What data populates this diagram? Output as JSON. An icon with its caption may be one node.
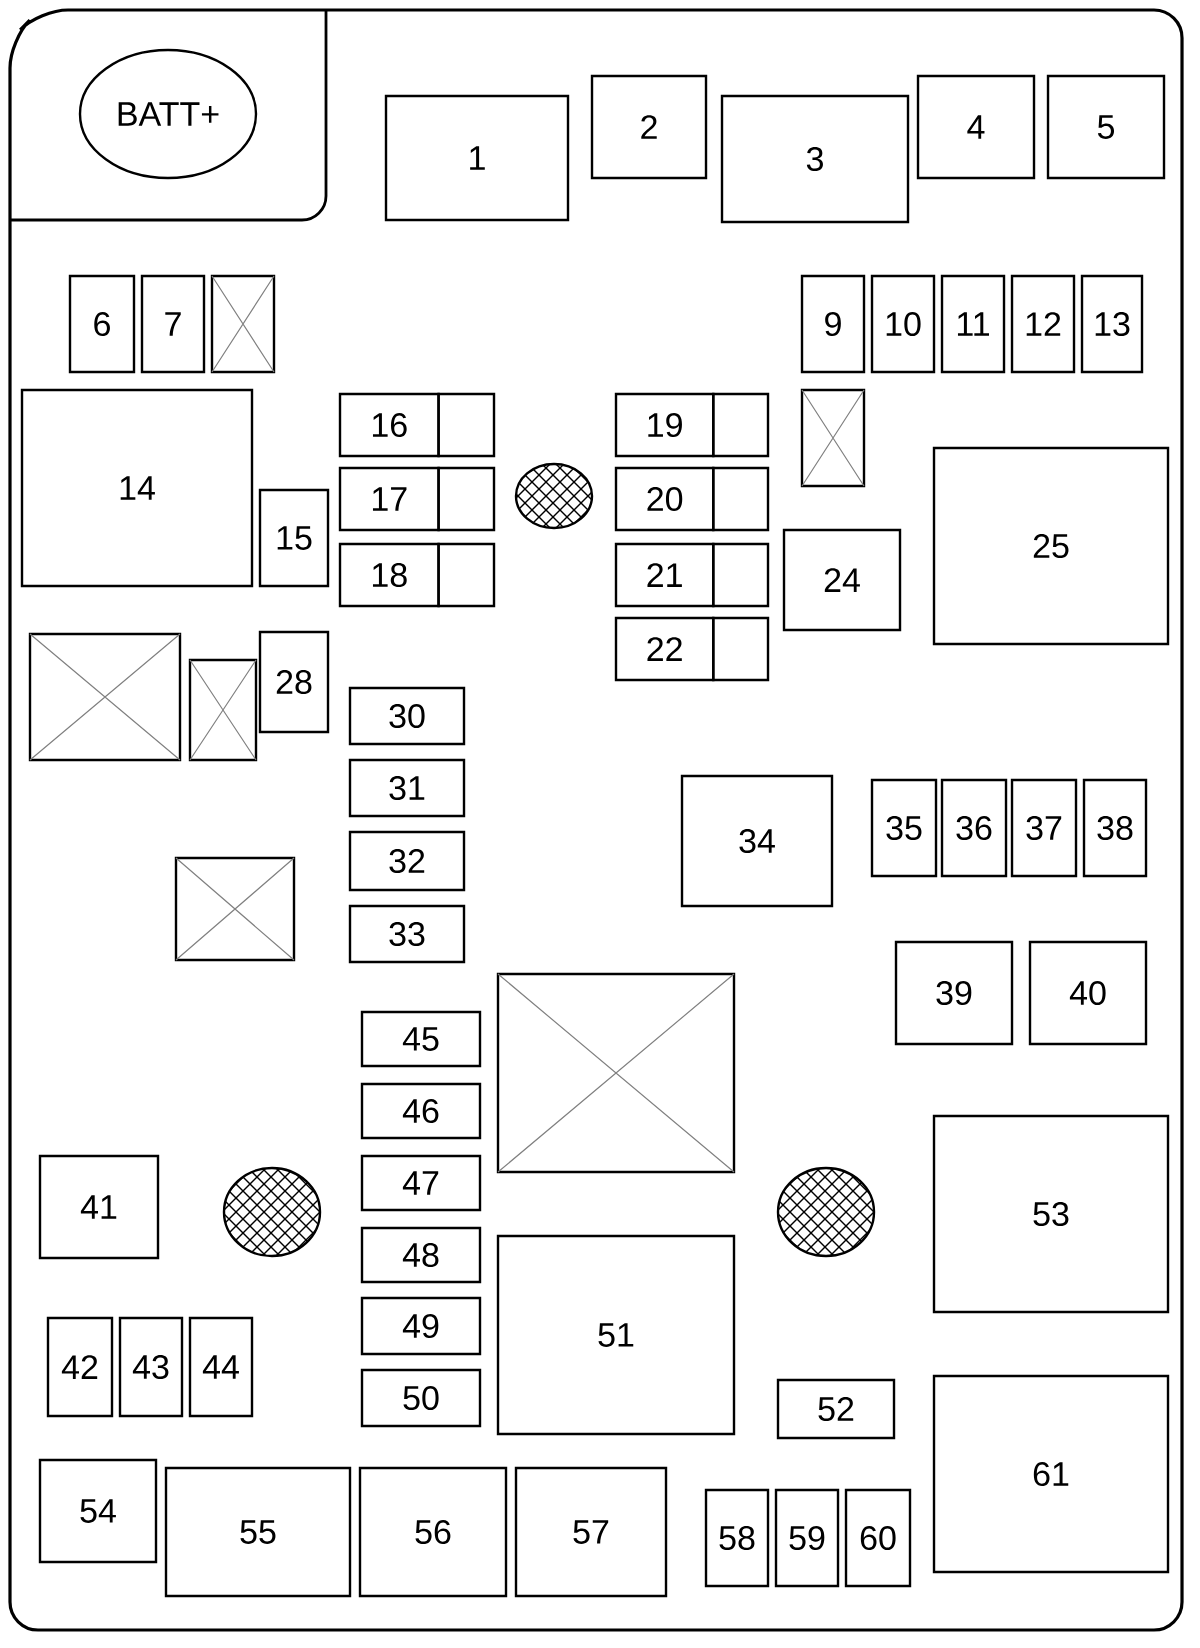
{
  "diagram": {
    "nodes": [
      {
        "text": [
          "BATT+"
        ]
      },
      {
        "text": [
          "1"
        ]
      },
      {
        "text": [
          "2"
        ]
      },
      {
        "text": [
          "3"
        ]
      },
      {
        "text": [
          "4"
        ]
      },
      {
        "text": [
          "5"
        ]
      },
      {
        "text": [
          "6"
        ]
      },
      {
        "text": [
          "7"
        ]
      },
      {
        "text": [],
        "shape": "box"
      },
      {
        "text": [
          "9"
        ]
      },
      {
        "text": [
          "10"
        ]
      },
      {
        "text": [
          "11"
        ]
      },
      {
        "text": [
          "12"
        ]
      },
      {
        "text": [
          "13"
        ]
      },
      {
        "text": [
          "14"
        ]
      },
      {
        "text": [
          "16"
        ]
      },
      {
        "text": [
          "19"
        ]
      },
      {
        "text": [],
        "shape": "box"
      },
      {
        "text": [
          "15"
        ]
      },
      {
        "text": [
          "17"
        ]
      },
      {
        "text": [
          "20"
        ]
      },
      {
        "text": [
          "25"
        ]
      },
      {
        "text": [
          "18"
        ]
      },
      {
        "text": [
          "21"
        ]
      },
      {
        "text": [
          "24"
        ]
      },
      {
        "text": [
          "22"
        ]
      },
      {
        "text": [
          "28"
        ]
      },
      {
        "text": [],
        "shape": "box"
      },
      {
        "text": [],
        "shape": "box"
      },
      {
        "text": [
          "30"
        ]
      },
      {
        "text": [
          "31"
        ]
      },
      {
        "text": [
          "34"
        ]
      },
      {
        "text": [
          "35"
        ]
      },
      {
        "text": [
          "36"
        ]
      },
      {
        "text": [
          "37"
        ]
      },
      {
        "text": [
          "38"
        ]
      },
      {
        "text": [
          "32"
        ]
      },
      {
        "text": [],
        "shape": "box"
      },
      {
        "text": [
          "33"
        ]
      },
      {
        "text": [
          "39"
        ]
      },
      {
        "text": [
          "40"
        ]
      },
      {
        "text": [],
        "shape": "box"
      },
      {
        "text": [
          "45"
        ]
      },
      {
        "text": [
          "46"
        ]
      },
      {
        "text": [
          "47"
        ]
      },
      {
        "text": [
          "41"
        ]
      },
      {
        "text": [
          "53"
        ]
      },
      {
        "text": [
          "48"
        ]
      },
      {
        "text": [
          "51"
        ]
      },
      {
        "text": [
          "49"
        ]
      },
      {
        "text": [
          "50"
        ]
      },
      {
        "text": [
          "42"
        ]
      },
      {
        "text": [
          "43"
        ]
      },
      {
        "text": [
          "44"
        ]
      },
      {
        "text": [
          "52"
        ]
      },
      {
        "text": [
          "54"
        ]
      },
      {
        "text": [
          "55"
        ]
      },
      {
        "text": [
          "56"
        ]
      },
      {
        "text": [
          "57"
        ]
      },
      {
        "text": [
          "58"
        ]
      },
      {
        "text": [
          "59"
        ]
      },
      {
        "text": [
          "60"
        ]
      },
      {
        "text": [
          "61"
        ]
      }
    ]
  }
}
